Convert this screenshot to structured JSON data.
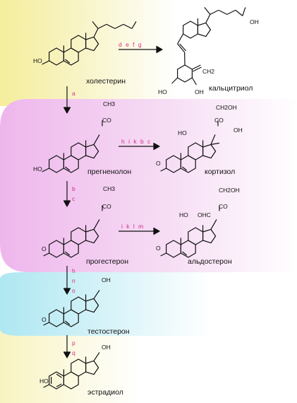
{
  "colors": {
    "background": "#ffffff",
    "yellow": "#f6f1b2",
    "pink": "#f1c6ee",
    "cyan": "#c4edf4",
    "step_label": "#d0308a",
    "ink": "#111111"
  },
  "compounds": {
    "cholesterol": "холестерин",
    "calcitriol": "кальцитриол",
    "pregnenolone": "прегненолон",
    "cortisol": "кортизол",
    "progesterone": "прогестерон",
    "aldosterone": "альдостерон",
    "testosterone": "тестостерон",
    "estradiol": "эстрадиол"
  },
  "steps": {
    "to_calcitriol": "d e f g",
    "to_pregnenolone": "a",
    "to_cortisol": "h i k b c",
    "to_progesterone_1": "b",
    "to_progesterone_2": "c",
    "to_aldosterone": "i k l m",
    "to_testosterone_1": "h",
    "to_testosterone_2": "n",
    "to_testosterone_3": "o",
    "to_estradiol_1": "p",
    "to_estradiol_2": "q"
  },
  "atoms": {
    "ho": "HO",
    "oh": "OH",
    "o": "O",
    "ch3": "CH3",
    "co": "CO",
    "ch2oh": "CH2OH",
    "ch2": "CH2",
    "ohc": "OHC"
  }
}
